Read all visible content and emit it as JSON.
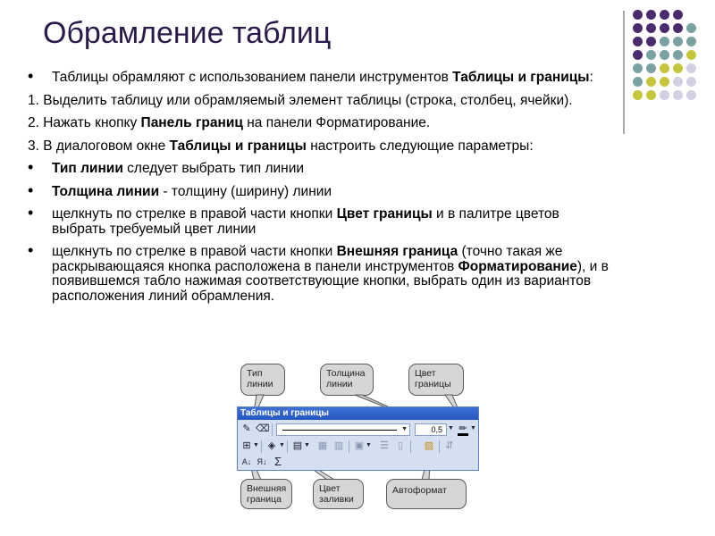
{
  "title": "Обрамление таблиц",
  "colors": {
    "title": "#2a1a4a",
    "purple": "#4a2c6e",
    "teal": "#7aa2a2",
    "olive": "#c6c63a",
    "lavender": "#d4d0e4"
  },
  "items": [
    {
      "type": "bullet",
      "runs": [
        {
          "text": "Таблицы обрамляют с использованием панели инструментов ",
          "bold": false
        },
        {
          "text": "Таблицы и границы",
          "bold": true
        },
        {
          "text": ":",
          "bold": false
        }
      ]
    },
    {
      "type": "num",
      "runs": [
        {
          "text": "1. Выделить таблицу или обрамляемый элемент таблицы (строка, столбец, ячейки).",
          "bold": false
        }
      ]
    },
    {
      "type": "num",
      "runs": [
        {
          "text": "2. Нажать кнопку  ",
          "bold": false
        },
        {
          "text": "Панель границ",
          "bold": true
        },
        {
          "text": " на панели Форматирование.",
          "bold": false
        }
      ]
    },
    {
      "type": "num",
      "runs": [
        {
          "text": "3. В диалоговом окне ",
          "bold": false
        },
        {
          "text": "Таблицы и границы",
          "bold": true
        },
        {
          "text": " настроить следующие параметры:",
          "bold": false
        }
      ]
    },
    {
      "type": "bullet",
      "runs": [
        {
          "text": "Тип линии",
          "bold": true
        },
        {
          "text": " следует выбрать тип линии",
          "bold": false
        }
      ]
    },
    {
      "type": "bullet",
      "runs": [
        {
          "text": "Толщина линии",
          "bold": true
        },
        {
          "text": " - толщину (ширину) линии",
          "bold": false
        }
      ]
    },
    {
      "type": "bullet",
      "runs": [
        {
          "text": "щелкнуть по стрелке в правой части кнопки ",
          "bold": false
        },
        {
          "text": "Цвет границы",
          "bold": true
        },
        {
          "text": " и в палитре цветов выбрать требуемый цвет линии",
          "bold": false
        }
      ]
    },
    {
      "type": "bullet",
      "runs": [
        {
          "text": "щелкнуть по стрелке в правой части кнопки ",
          "bold": false
        },
        {
          "text": "Внешняя граница",
          "bold": true
        },
        {
          "text": " (точно такая же раскрывающаяся кнопка расположена в панели инструментов ",
          "bold": false
        },
        {
          "text": "Форматирование",
          "bold": true
        },
        {
          "text": "), и в появившемся табло нажимая соответствующие кнопки, выбрать один из вариантов расположения линий обрамления.",
          "bold": false
        }
      ]
    }
  ],
  "toolbar": {
    "title": "Таблицы и границы",
    "line_weight": "0,5",
    "sigma": "Σ"
  },
  "callouts": {
    "line_type": "Тип линии",
    "line_weight": "Толщина линии",
    "border_color": "Цвет границы",
    "outside_border": "Внешняя граница",
    "fill_color": "Цвет заливки",
    "autoformat": "Автоформат"
  }
}
